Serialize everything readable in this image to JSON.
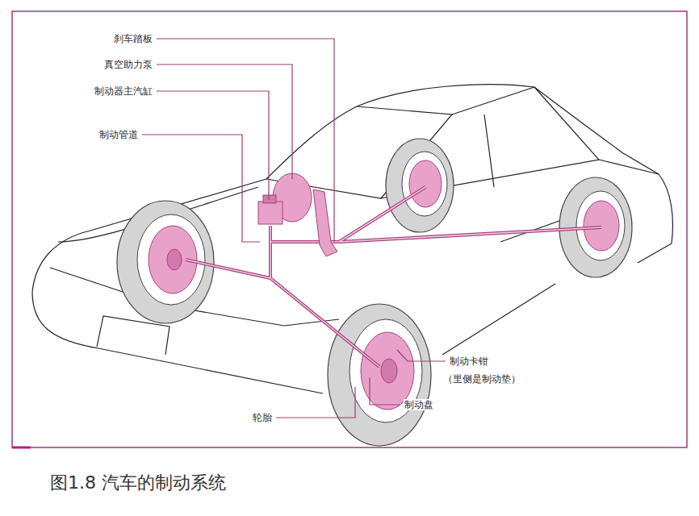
{
  "diagram": {
    "caption": "图1.8 汽车的制动系统",
    "labels": [
      "刹车踏板",
      "真空助力泵",
      "制动器主汽缸",
      "制动管道",
      "制动卡钳",
      "（里侧是制动垫）",
      "制动盘",
      "轮胎"
    ]
  }
}
